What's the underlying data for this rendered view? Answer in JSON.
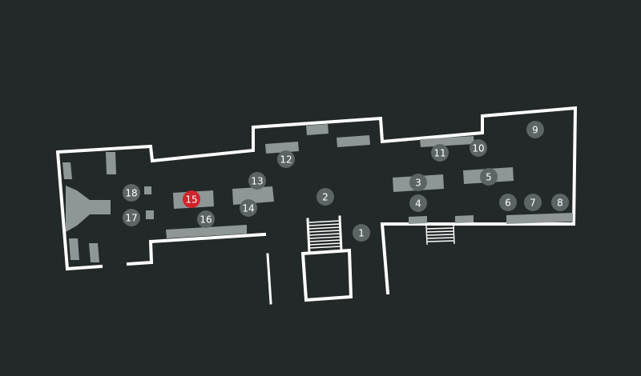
{
  "colors": {
    "background": "#232828",
    "wall": "#ffffff",
    "display_case": "#8e9796",
    "marker": "#5d6564",
    "marker_active": "#d2232a"
  },
  "active_marker": "15",
  "markers": [
    {
      "id": "m1",
      "label": "1",
      "active": false
    },
    {
      "id": "m2",
      "label": "2",
      "active": false
    },
    {
      "id": "m3",
      "label": "3",
      "active": false
    },
    {
      "id": "m4",
      "label": "4",
      "active": false
    },
    {
      "id": "m5",
      "label": "5",
      "active": false
    },
    {
      "id": "m6",
      "label": "6",
      "active": false
    },
    {
      "id": "m7",
      "label": "7",
      "active": false
    },
    {
      "id": "m8",
      "label": "8",
      "active": false
    },
    {
      "id": "m9",
      "label": "9",
      "active": false
    },
    {
      "id": "m10",
      "label": "10",
      "active": false
    },
    {
      "id": "m11",
      "label": "11",
      "active": false
    },
    {
      "id": "m12",
      "label": "12",
      "active": false
    },
    {
      "id": "m13",
      "label": "13",
      "active": false
    },
    {
      "id": "m14",
      "label": "14",
      "active": false
    },
    {
      "id": "m15",
      "label": "15",
      "active": true
    },
    {
      "id": "m16",
      "label": "16",
      "active": false
    },
    {
      "id": "m17",
      "label": "17",
      "active": false
    },
    {
      "id": "m18",
      "label": "18",
      "active": false
    }
  ]
}
